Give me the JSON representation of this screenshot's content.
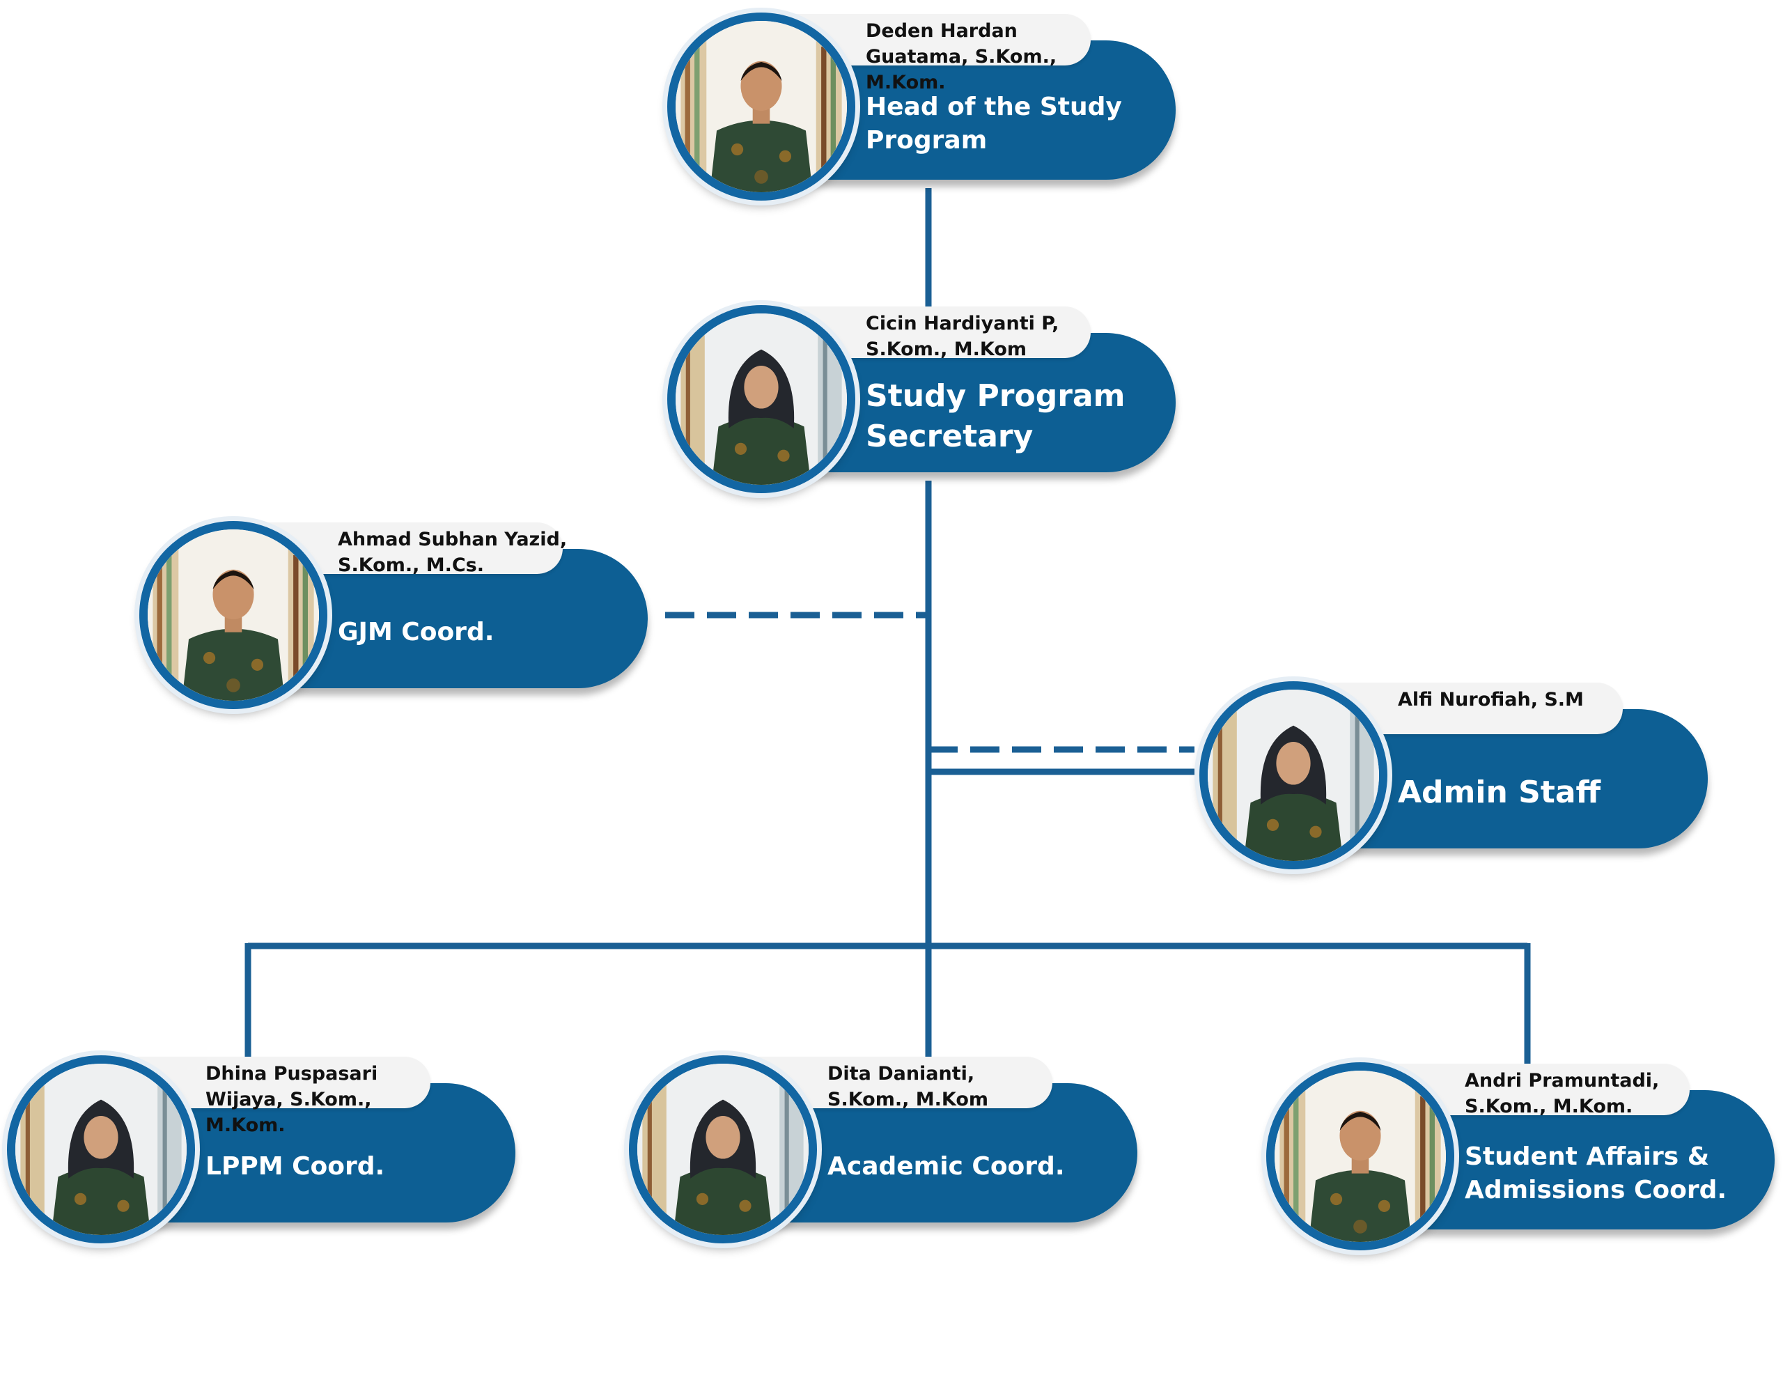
{
  "colors": {
    "primary": "#0d5f94",
    "connector": "#1a5f94",
    "name_tag": "#f3f3f3",
    "text_on_primary": "#ffffff"
  },
  "members": [
    {
      "id": "head",
      "name": "Deden Hardan Guatama, S.Kom., M.Kom.",
      "role": "Head of the Study Program",
      "photo": "portrait-man-batik-holding-book"
    },
    {
      "id": "secretary",
      "name": "Cicin Hardiyanti P, S.Kom., M.Kom",
      "role": "Study Program Secretary",
      "photo": "portrait-woman-hijab-batik"
    },
    {
      "id": "gjm",
      "name": "Ahmad Subhan Yazid, S.Kom., M.Cs.",
      "role": "GJM Coord.",
      "photo": "portrait-man-batik-arms-crossed"
    },
    {
      "id": "admin",
      "name": "Alfi Nurofiah, S.M",
      "role": "Admin Staff",
      "photo": "portrait-woman-hijab-batik"
    },
    {
      "id": "lppm",
      "name": "Dhina Puspasari Wijaya, S.Kom., M.Kom.",
      "role": "LPPM Coord.",
      "photo": "portrait-woman-hijab-holding-book"
    },
    {
      "id": "academic",
      "name": "Dita Danianti, S.Kom., M.Kom",
      "role": "Academic Coord.",
      "photo": "portrait-woman-hijab-holding-book"
    },
    {
      "id": "student_affairs",
      "name": "Andri Pramuntadi, S.Kom., M.Kom.",
      "role": "Student Affairs & Admissions Coord.",
      "photo": "portrait-man-batik"
    }
  ]
}
